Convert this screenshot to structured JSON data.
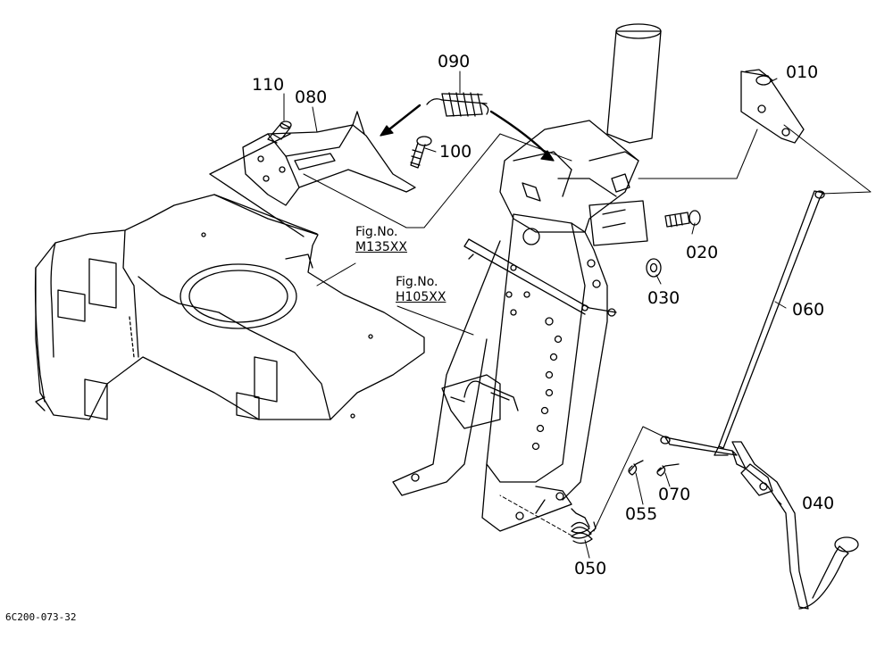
{
  "parts": [
    {
      "id": "p010",
      "number": "010"
    },
    {
      "id": "p020",
      "number": "020"
    },
    {
      "id": "p030",
      "number": "030"
    },
    {
      "id": "p040",
      "number": "040"
    },
    {
      "id": "p050",
      "number": "050"
    },
    {
      "id": "p055",
      "number": "055"
    },
    {
      "id": "p060",
      "number": "060"
    },
    {
      "id": "p070",
      "number": "070"
    },
    {
      "id": "p080",
      "number": "080"
    },
    {
      "id": "p090",
      "number": "090"
    },
    {
      "id": "p100",
      "number": "100"
    },
    {
      "id": "p110",
      "number": "110"
    }
  ],
  "figure_refs": [
    {
      "id": "m135",
      "caption": "Fig.No.",
      "code": "M135XX"
    },
    {
      "id": "h105",
      "caption": "Fig.No.",
      "code": "H105XX"
    }
  ],
  "footer": {
    "drawing_code": "6C200-073-32"
  }
}
